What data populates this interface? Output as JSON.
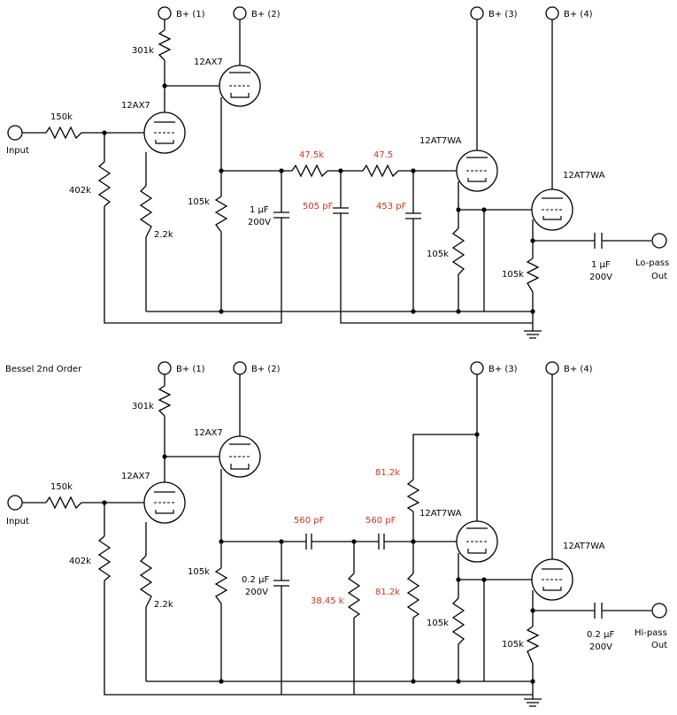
{
  "colors": {
    "wire": "#000000",
    "highlight": "#c8351e",
    "background": "#ffffff"
  },
  "top": {
    "supplies": [
      "B+ (1)",
      "B+ (2)",
      "B+ (3)",
      "B+ (4)"
    ],
    "tubes": [
      "12AX7",
      "12AX7",
      "12AT7WA",
      "12AT7WA"
    ],
    "input_label": "Input",
    "output_label": [
      "Lo-pass",
      "Out"
    ],
    "r_in": "150k",
    "r_grid": "402k",
    "r_plate": "301k",
    "r_cathode": "2.2k",
    "r_load": "105k",
    "c_coupling": "1 μF",
    "c_coupling_voltage": "200V",
    "filter_r1": "47.5k",
    "filter_r2": "47.5",
    "filter_c1": "505 pF",
    "filter_c2": "453 pF",
    "r_cathode_3": "105k",
    "r_cathode_4": "105k",
    "c_out": "1 μF",
    "c_out_voltage": "200V"
  },
  "bottom": {
    "title": "Bessel 2nd Order",
    "supplies": [
      "B+ (1)",
      "B+ (2)",
      "B+ (3)",
      "B+ (4)"
    ],
    "tubes": [
      "12AX7",
      "12AX7",
      "12AT7WA",
      "12AT7WA"
    ],
    "input_label": "Input",
    "output_label": [
      "Hi-pass",
      "Out"
    ],
    "r_in": "150k",
    "r_grid": "402k",
    "r_plate": "301k",
    "r_cathode": "2.2k",
    "r_load": "105k",
    "c_coupling": "0.2 μF",
    "c_coupling_voltage": "200V",
    "filter_c1": "560 pF",
    "filter_c2": "560 pF",
    "filter_r1": "38.45 k",
    "filter_r_upper": "81.2k",
    "filter_r_lower": "81.2k",
    "r_cathode_3": "105k",
    "r_cathode_4": "105k",
    "c_out": "0.2 μF",
    "c_out_voltage": "200V"
  }
}
